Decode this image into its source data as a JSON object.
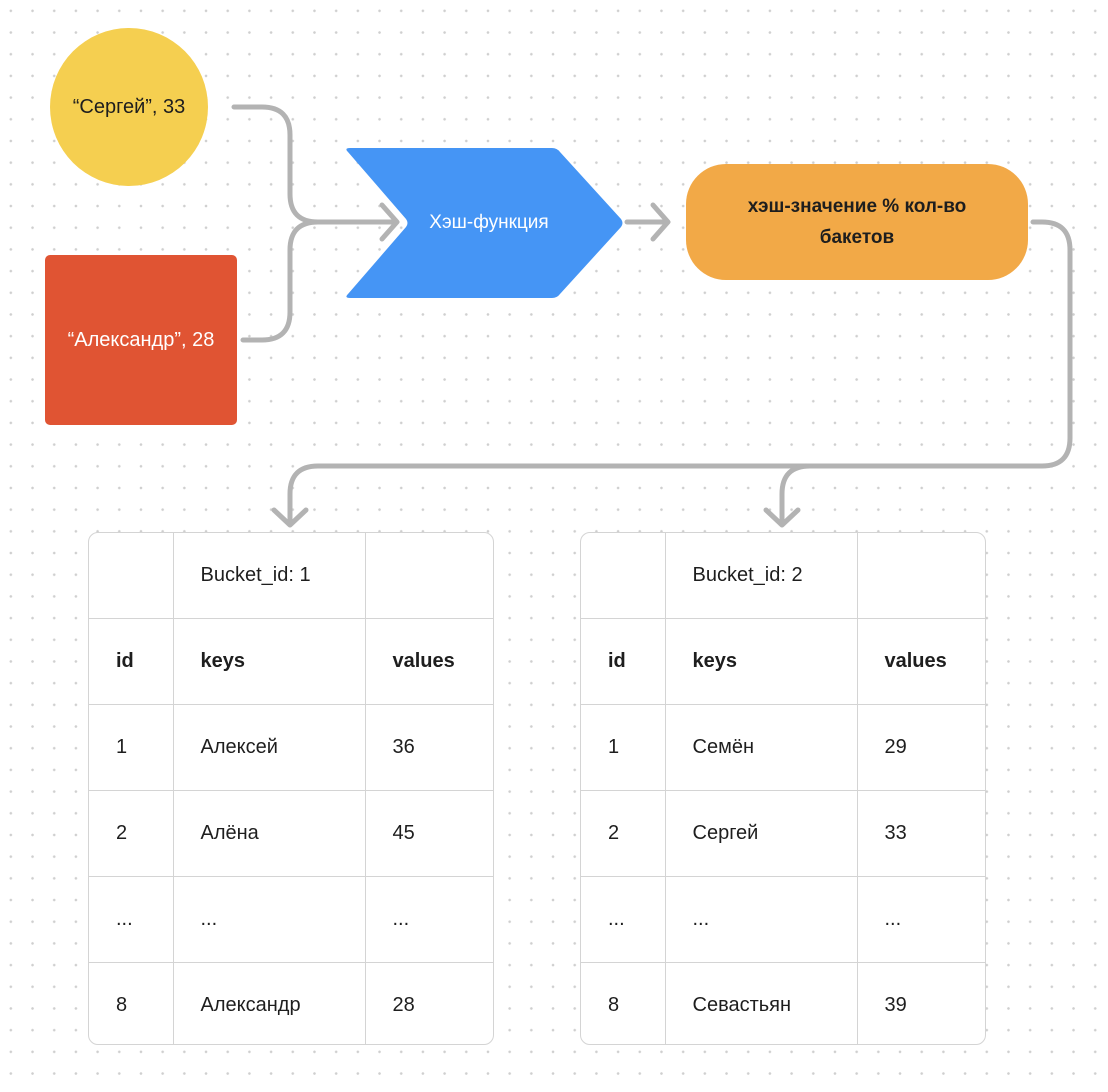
{
  "nodes": {
    "circle": "“Сергей”, 33",
    "square": "“Александр”, 28",
    "hash_function": "Хэш-функция",
    "modulo": "хэш-значение % кол-во бакетов"
  },
  "colors": {
    "circle": "#f5cf50",
    "square": "#e05433",
    "hash_function": "#4595f5",
    "modulo": "#f2a947",
    "connector": "#b3b3b3",
    "grid_dot": "#cfcfcf",
    "table_border": "#d4d4d4"
  },
  "buckets": [
    {
      "title": "Bucket_id: 1",
      "columns": [
        "id",
        "keys",
        "values"
      ],
      "rows": [
        [
          "1",
          "Алексей",
          "36"
        ],
        [
          "2",
          "Алёна",
          "45"
        ],
        [
          "...",
          "...",
          "..."
        ],
        [
          "8",
          "Александр",
          "28"
        ]
      ]
    },
    {
      "title": "Bucket_id: 2",
      "columns": [
        "id",
        "keys",
        "values"
      ],
      "rows": [
        [
          "1",
          "Семён",
          "29"
        ],
        [
          "2",
          "Сергей",
          "33"
        ],
        [
          "...",
          "...",
          "..."
        ],
        [
          "8",
          "Севастьян",
          "39"
        ]
      ]
    }
  ]
}
